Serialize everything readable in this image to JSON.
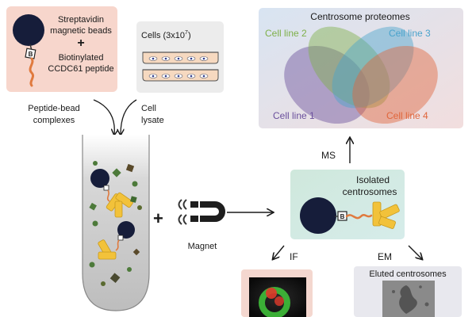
{
  "beads_box": {
    "line1": "Streptavidin",
    "line2": "magnetic beads",
    "plus": "+",
    "line3": "Biotinylated",
    "line4": "CCDC61 peptide",
    "bg": "#f7d6cc"
  },
  "cells_box": {
    "label": "Cells (3x10",
    "exponent": "7",
    "close": ")",
    "bg": "#ececec"
  },
  "labels": {
    "complexes_line1": "Peptide-bead",
    "complexes_line2": "complexes",
    "lysate_line1": "Cell",
    "lysate_line2": "lysate",
    "plus": "+",
    "magnet": "Magnet",
    "ms": "MS",
    "if": "IF",
    "em": "EM",
    "biotin_letter": "B"
  },
  "proteomes": {
    "title": "Centrosome proteomes",
    "cell_line_1": "Cell line 1",
    "cell_line_2": "Cell line 2",
    "cell_line_3": "Cell line 3",
    "cell_line_4": "Cell line 4",
    "color_1": "#6a4f9c",
    "color_2": "#7fb04a",
    "color_3": "#4aa3cc",
    "color_4": "#e0663c"
  },
  "isolated": {
    "line1": "Isolated",
    "line2": "centrosomes"
  },
  "eluted": {
    "title": "Eluted centrosomes"
  }
}
